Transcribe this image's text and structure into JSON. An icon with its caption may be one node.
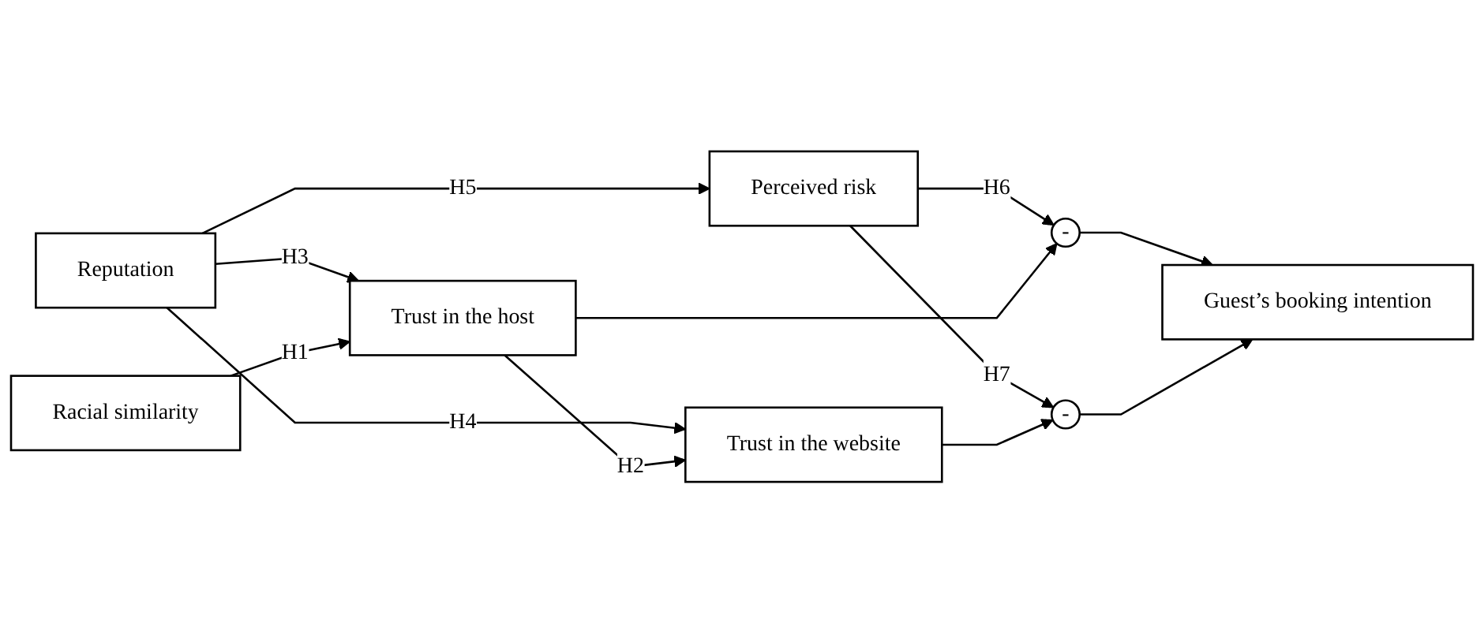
{
  "diagram": {
    "nodes": [
      {
        "text": [
          "Reputation"
        ]
      },
      {
        "text": [
          "Perceived risk"
        ]
      },
      {
        "text": [
          "Trust in the host"
        ]
      },
      {
        "text": [
          "-"
        ]
      },
      {
        "text": [
          "Guest’s booking intention"
        ]
      },
      {
        "text": [
          "Racial similarity"
        ]
      },
      {
        "text": [
          "Trust in the website"
        ]
      },
      {
        "text": [
          "-"
        ]
      }
    ],
    "edges": [
      {
        "from": 0,
        "to": 1,
        "label": "H5",
        "arrow": "to"
      },
      {
        "from": 0,
        "to": 2,
        "label": "H3",
        "arrow": "to"
      },
      {
        "from": 0,
        "to": 6,
        "label": "H4",
        "arrow": "to"
      },
      {
        "from": 5,
        "to": 2,
        "label": "H1",
        "arrow": "to"
      },
      {
        "from": 2,
        "to": 6,
        "label": "H2",
        "arrow": "to"
      },
      {
        "from": 1,
        "to": 3,
        "label": "H6",
        "arrow": "to"
      },
      {
        "from": 1,
        "to": 7,
        "label": "H7",
        "arrow": "to"
      },
      {
        "from": 2,
        "to": 3,
        "arrow": "to"
      },
      {
        "from": 3,
        "to": 4,
        "arrow": "to"
      },
      {
        "from": 6,
        "to": 7,
        "arrow": "to"
      },
      {
        "from": 7,
        "to": 4,
        "arrow": "to"
      }
    ]
  }
}
